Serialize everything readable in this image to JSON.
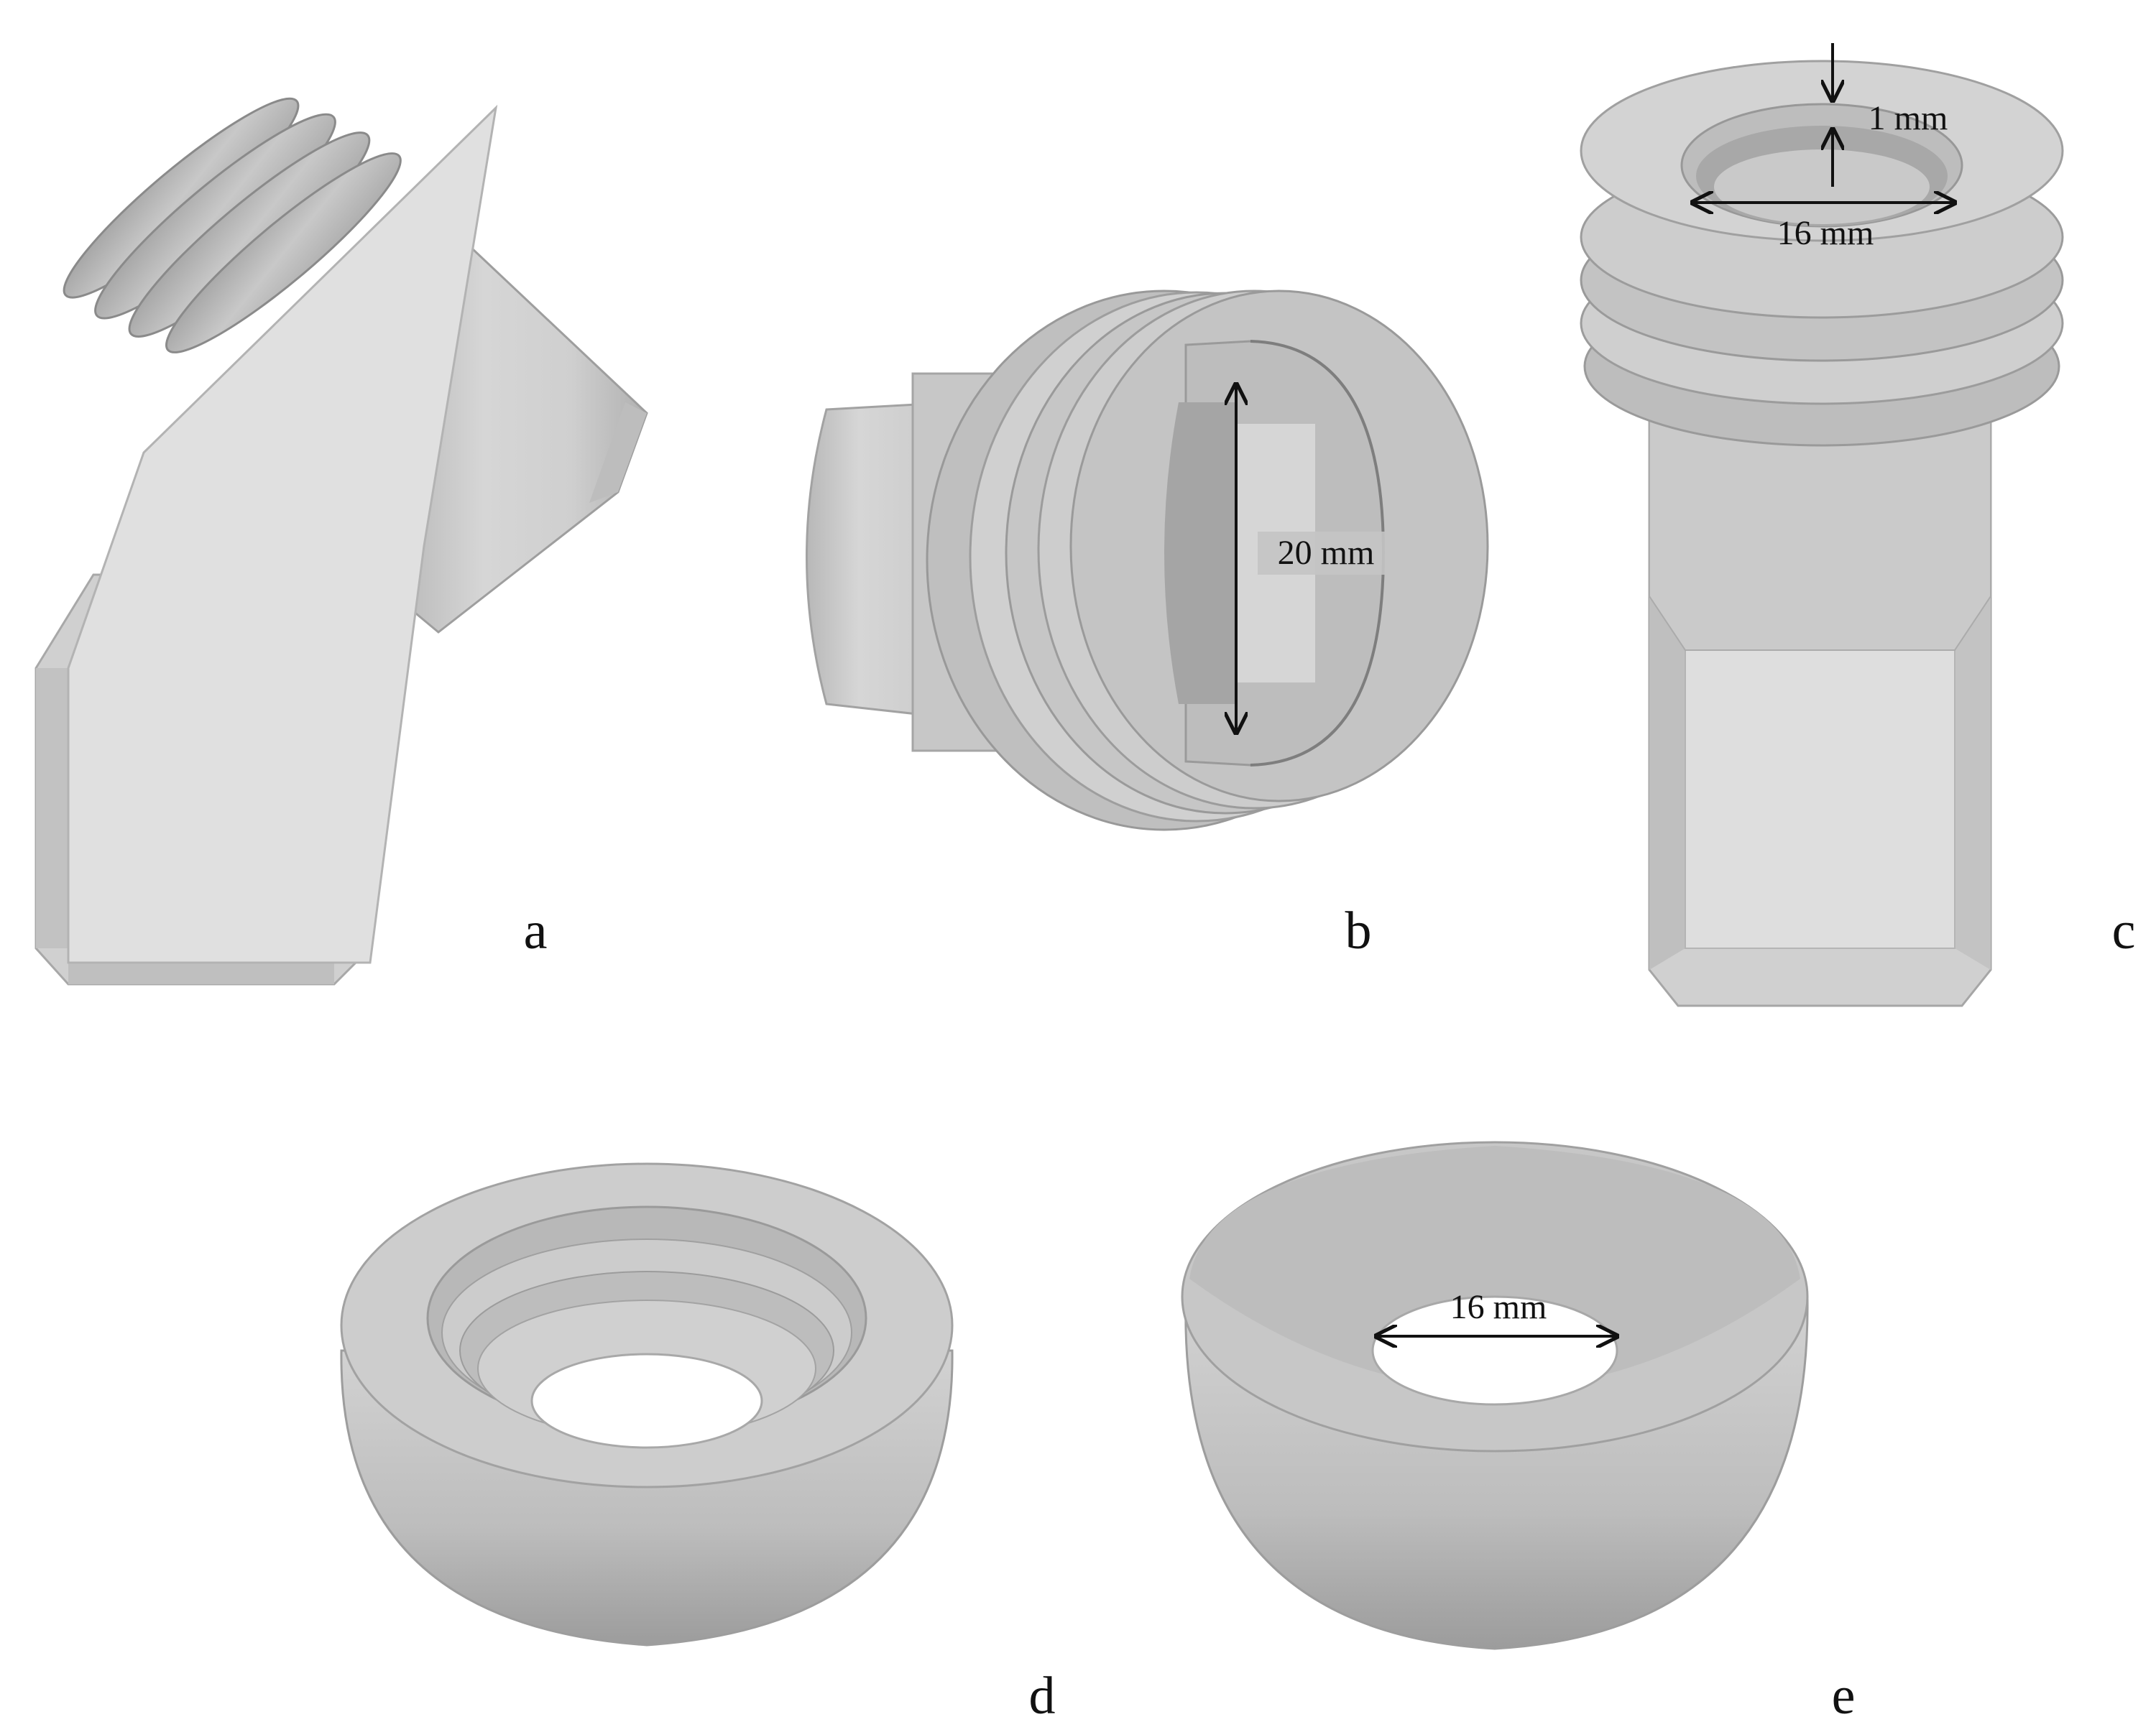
{
  "panels": [
    {
      "letter": "a"
    },
    {
      "letter": "b",
      "dimension": "20 mm"
    },
    {
      "letter": "c",
      "dimension_wall": "1 mm",
      "dimension_bore": "16 mm"
    },
    {
      "letter": "d"
    },
    {
      "letter": "e",
      "dimension": "16 mm"
    }
  ],
  "colors": {
    "part_light": "#dcdcdc",
    "part_mid": "#c9c9c9",
    "part_dark": "#a9a9a9",
    "part_shadow": "#8f8f8f",
    "annotation": "#111111"
  }
}
